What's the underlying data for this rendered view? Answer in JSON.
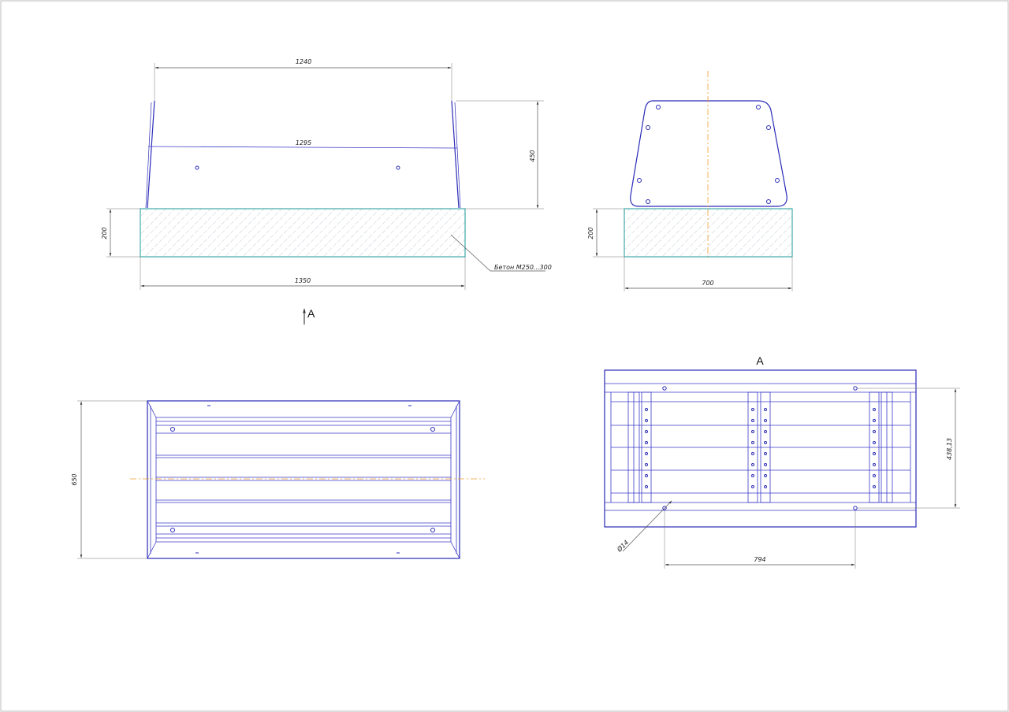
{
  "dimensions": {
    "top_width": "1240",
    "mid_width": "1295",
    "back_height": "450",
    "base_height_front": "200",
    "base_width": "1350",
    "base_height_side": "200",
    "side_width": "700",
    "plan_depth": "650",
    "bottom_depth": "438,13",
    "bolt_spacing": "794",
    "hole_diameter": "Ø14"
  },
  "callouts": {
    "concrete": "Бетон М250...300"
  },
  "view_markers": {
    "arrow_label": "A",
    "view_title": "A"
  },
  "colors": {
    "line": "#2a2ab8",
    "concrete": "#1a9a9a",
    "axis": "#f0a030"
  }
}
